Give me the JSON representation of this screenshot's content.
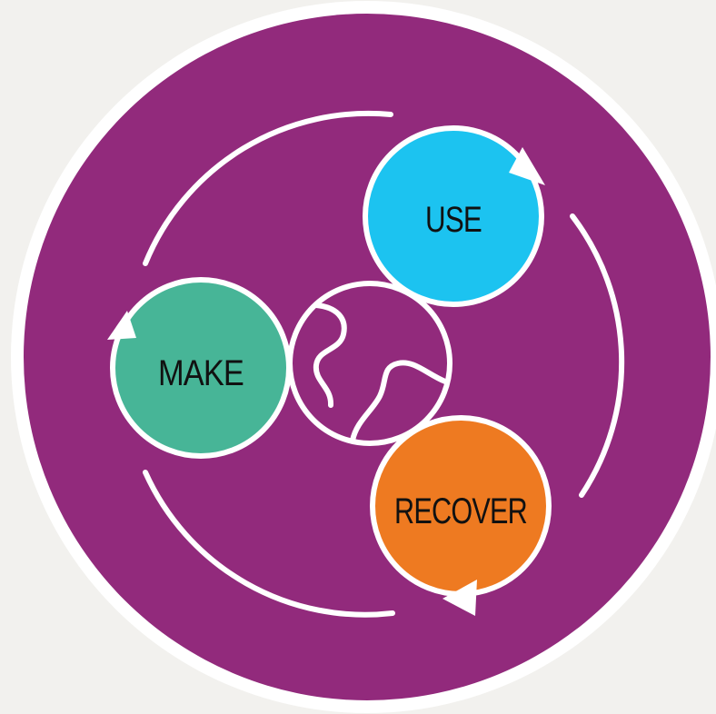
{
  "colors": {
    "background": "#f2f1ee",
    "outer_ring": "#ffffff",
    "main_disc": "#922a7c",
    "make": "#47b597",
    "use": "#1cc3f0",
    "recover": "#ee7a21",
    "stroke": "#ffffff",
    "text": "#111111"
  },
  "cycle": {
    "nodes": [
      {
        "id": "make",
        "label": "MAKE",
        "color": "#47b597"
      },
      {
        "id": "use",
        "label": "USE",
        "color": "#1cc3f0"
      },
      {
        "id": "recover",
        "label": "RECOVER",
        "color": "#ee7a21"
      }
    ],
    "center_icon": "globe-icon",
    "arrow_icon": "triangle-arrowhead-icon"
  }
}
